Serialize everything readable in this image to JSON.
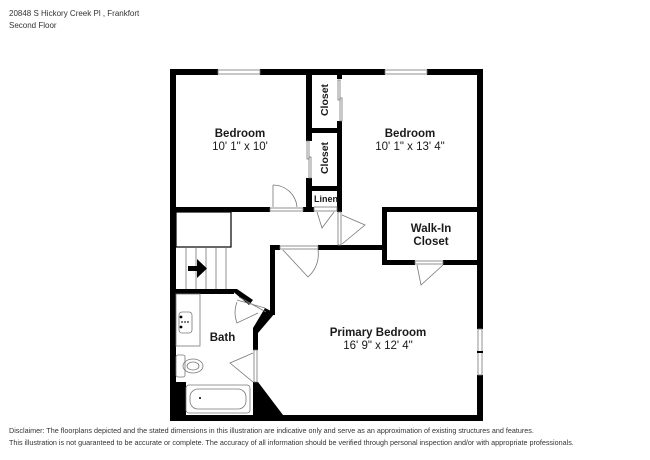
{
  "header": {
    "address": "20848 S Hickory Creek Pl , Frankfort",
    "floor": "Second Floor"
  },
  "rooms": [
    {
      "id": "bedroom-1",
      "name": "Bedroom",
      "dimensions": "10' 1\" x 10'"
    },
    {
      "id": "bedroom-2",
      "name": "Bedroom",
      "dimensions": "10' 1\" x 13' 4\""
    },
    {
      "id": "closet-1",
      "name": "Closet"
    },
    {
      "id": "closet-2",
      "name": "Closet"
    },
    {
      "id": "linen",
      "name": "Linen"
    },
    {
      "id": "walk-in-closet",
      "name": "Walk-In",
      "name2": "Closet"
    },
    {
      "id": "bath",
      "name": "Bath"
    },
    {
      "id": "primary-bedroom",
      "name": "Primary Bedroom",
      "dimensions": "16' 9\" x 12' 4\""
    }
  ],
  "disclaimer": {
    "line1": "Disclaimer: The floorplans depicted and the stated dimensions in this illustration are indicative only and serve as an approximation of existing structures and features.",
    "line2": "This illustration is not guaranteed to be accurate or complete. The accuracy of all information should be verified through personal inspection and/or with appropriate professionals."
  },
  "colors": {
    "wall": "#000000",
    "thin_line": "#888888",
    "background": "#ffffff"
  }
}
